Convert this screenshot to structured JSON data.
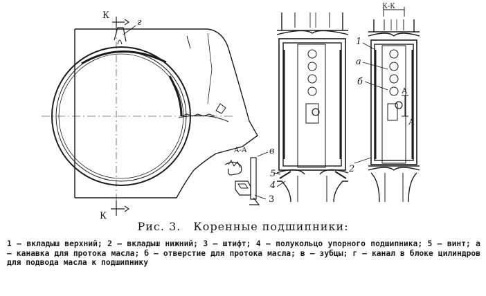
{
  "figure": {
    "number_label": "Рис. 3.",
    "title": "Коренные подшипники:",
    "legend": "1 — вкладыш верхний; 2 — вкладыш нижний; 3 — штифт; 4 — полукольцо упорного подшипника; 5 — винт; а — канавка для протока масла; б — отверстие для протока масла; в — зубцы; г — канал в блоке цилиндров для подвода масла к подшипнику"
  },
  "labels": {
    "section_k_top": "К",
    "section_k_bottom": "К",
    "section_kk": "К-К",
    "section_aa": "А-А",
    "channel_g": "г",
    "teeth_v": "в",
    "part_3": "3",
    "part_4": "4",
    "part_5": "5",
    "part_1": "1",
    "part_2": "2",
    "groove_a": "а",
    "hole_b": "б",
    "section_a_upper": "А",
    "section_a_lower": "А"
  },
  "colors": {
    "ink": "#1a1a1a",
    "background": "#ffffff"
  }
}
